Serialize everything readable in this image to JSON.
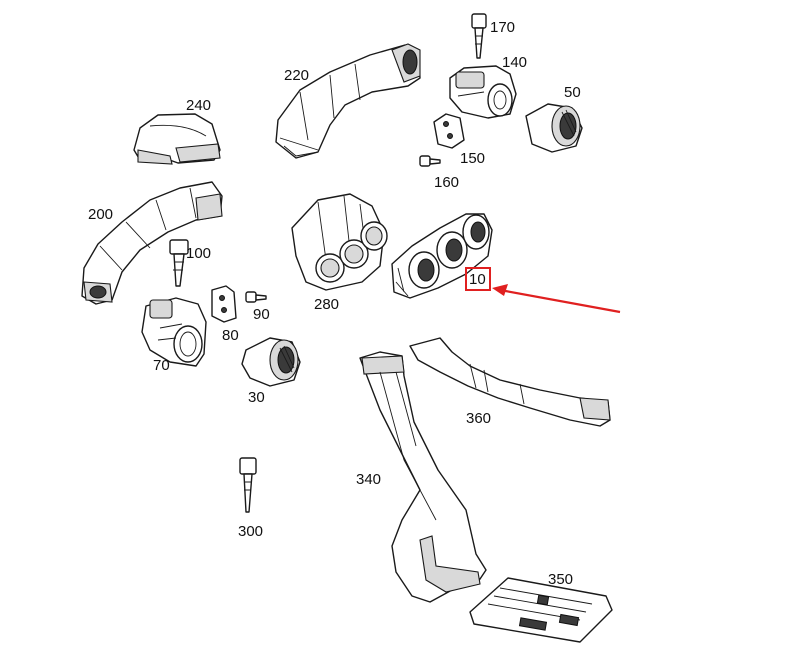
{
  "labels": {
    "p10": "10",
    "p30": "30",
    "p50": "50",
    "p70": "70",
    "p80": "80",
    "p90": "90",
    "p100": "100",
    "p140": "140",
    "p150": "150",
    "p160": "160",
    "p170": "170",
    "p200": "200",
    "p220": "220",
    "p240": "240",
    "p280": "280",
    "p300": "300",
    "p340": "340",
    "p350": "350",
    "p360": "360"
  },
  "highlight": {
    "part": "10",
    "color": "#e02020"
  }
}
